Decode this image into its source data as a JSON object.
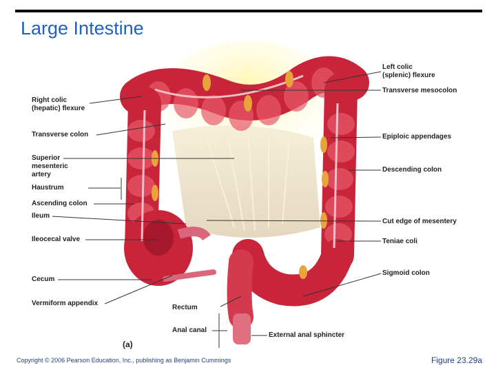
{
  "title": "Large Intestine",
  "labels": {
    "left_colic": "Left colic\n(splenic) flexure",
    "transverse_mesocolon": "Transverse mesocolon",
    "right_colic": "Right colic\n(hepatic) flexure",
    "transverse_colon": "Transverse colon",
    "epiploic": "Epiploic appendages",
    "superior_mesenteric": "Superior\nmesenteric\nartery",
    "descending_colon": "Descending colon",
    "haustrum": "Haustrum",
    "ascending_colon": "Ascending colon",
    "ileum": "Ileum",
    "cut_edge": "Cut edge of mesentery",
    "ileocecal": "Ileocecal valve",
    "teniae": "Teniae coli",
    "sigmoid": "Sigmoid colon",
    "cecum": "Cecum",
    "vermiform": "Vermiform appendix",
    "rectum": "Rectum",
    "anal_canal": "Anal canal",
    "external_anal": "External anal sphincter"
  },
  "panel_caption": "(a)",
  "copyright": "Copyright © 2006 Pearson Education, Inc., publishing as Benjamin Cummings",
  "figure_ref": "Figure 23.29a",
  "colors": {
    "title": "#1f5fbf",
    "colon": "#c8243a",
    "colon_light": "#e85a6a",
    "mesentery": "#efe6c8",
    "fat": "#e8a33a"
  }
}
